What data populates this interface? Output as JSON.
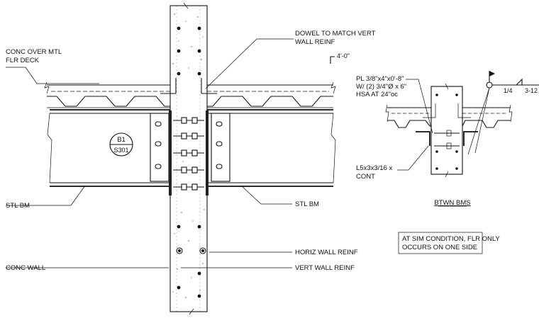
{
  "labels": {
    "conc_over_mtl": [
      "CONC OVER MTL",
      "FLR DECK"
    ],
    "dowel": [
      "DOWEL TO MATCH VERT",
      "WALL REINF"
    ],
    "stl_bm_left": "STL BM",
    "stl_bm_right": "STL BM",
    "conc_wall": "CONC WALL",
    "horiz_wall_reinf": "HORIZ WALL REINF",
    "vert_wall_reinf": "VERT WALL REINF",
    "detail_tag_top": "B1",
    "detail_tag_bottom": "S301",
    "dim_4ft": "4'-0\"",
    "plate": [
      "PL 3/8\"x4\"x0'-8\"",
      "W/ (2) 3/4\"Ø x 6\"",
      "HSA AT 24\"oc"
    ],
    "angle": [
      "L5x3x3/16 x",
      "CONT"
    ],
    "weld_left": "1/4",
    "weld_right": "3-12",
    "btwn_bms": "BTWN BMS",
    "note": [
      "AT SIM CONDITION, FLR ONLY",
      "OCCURS ON ONE SIDE"
    ]
  }
}
